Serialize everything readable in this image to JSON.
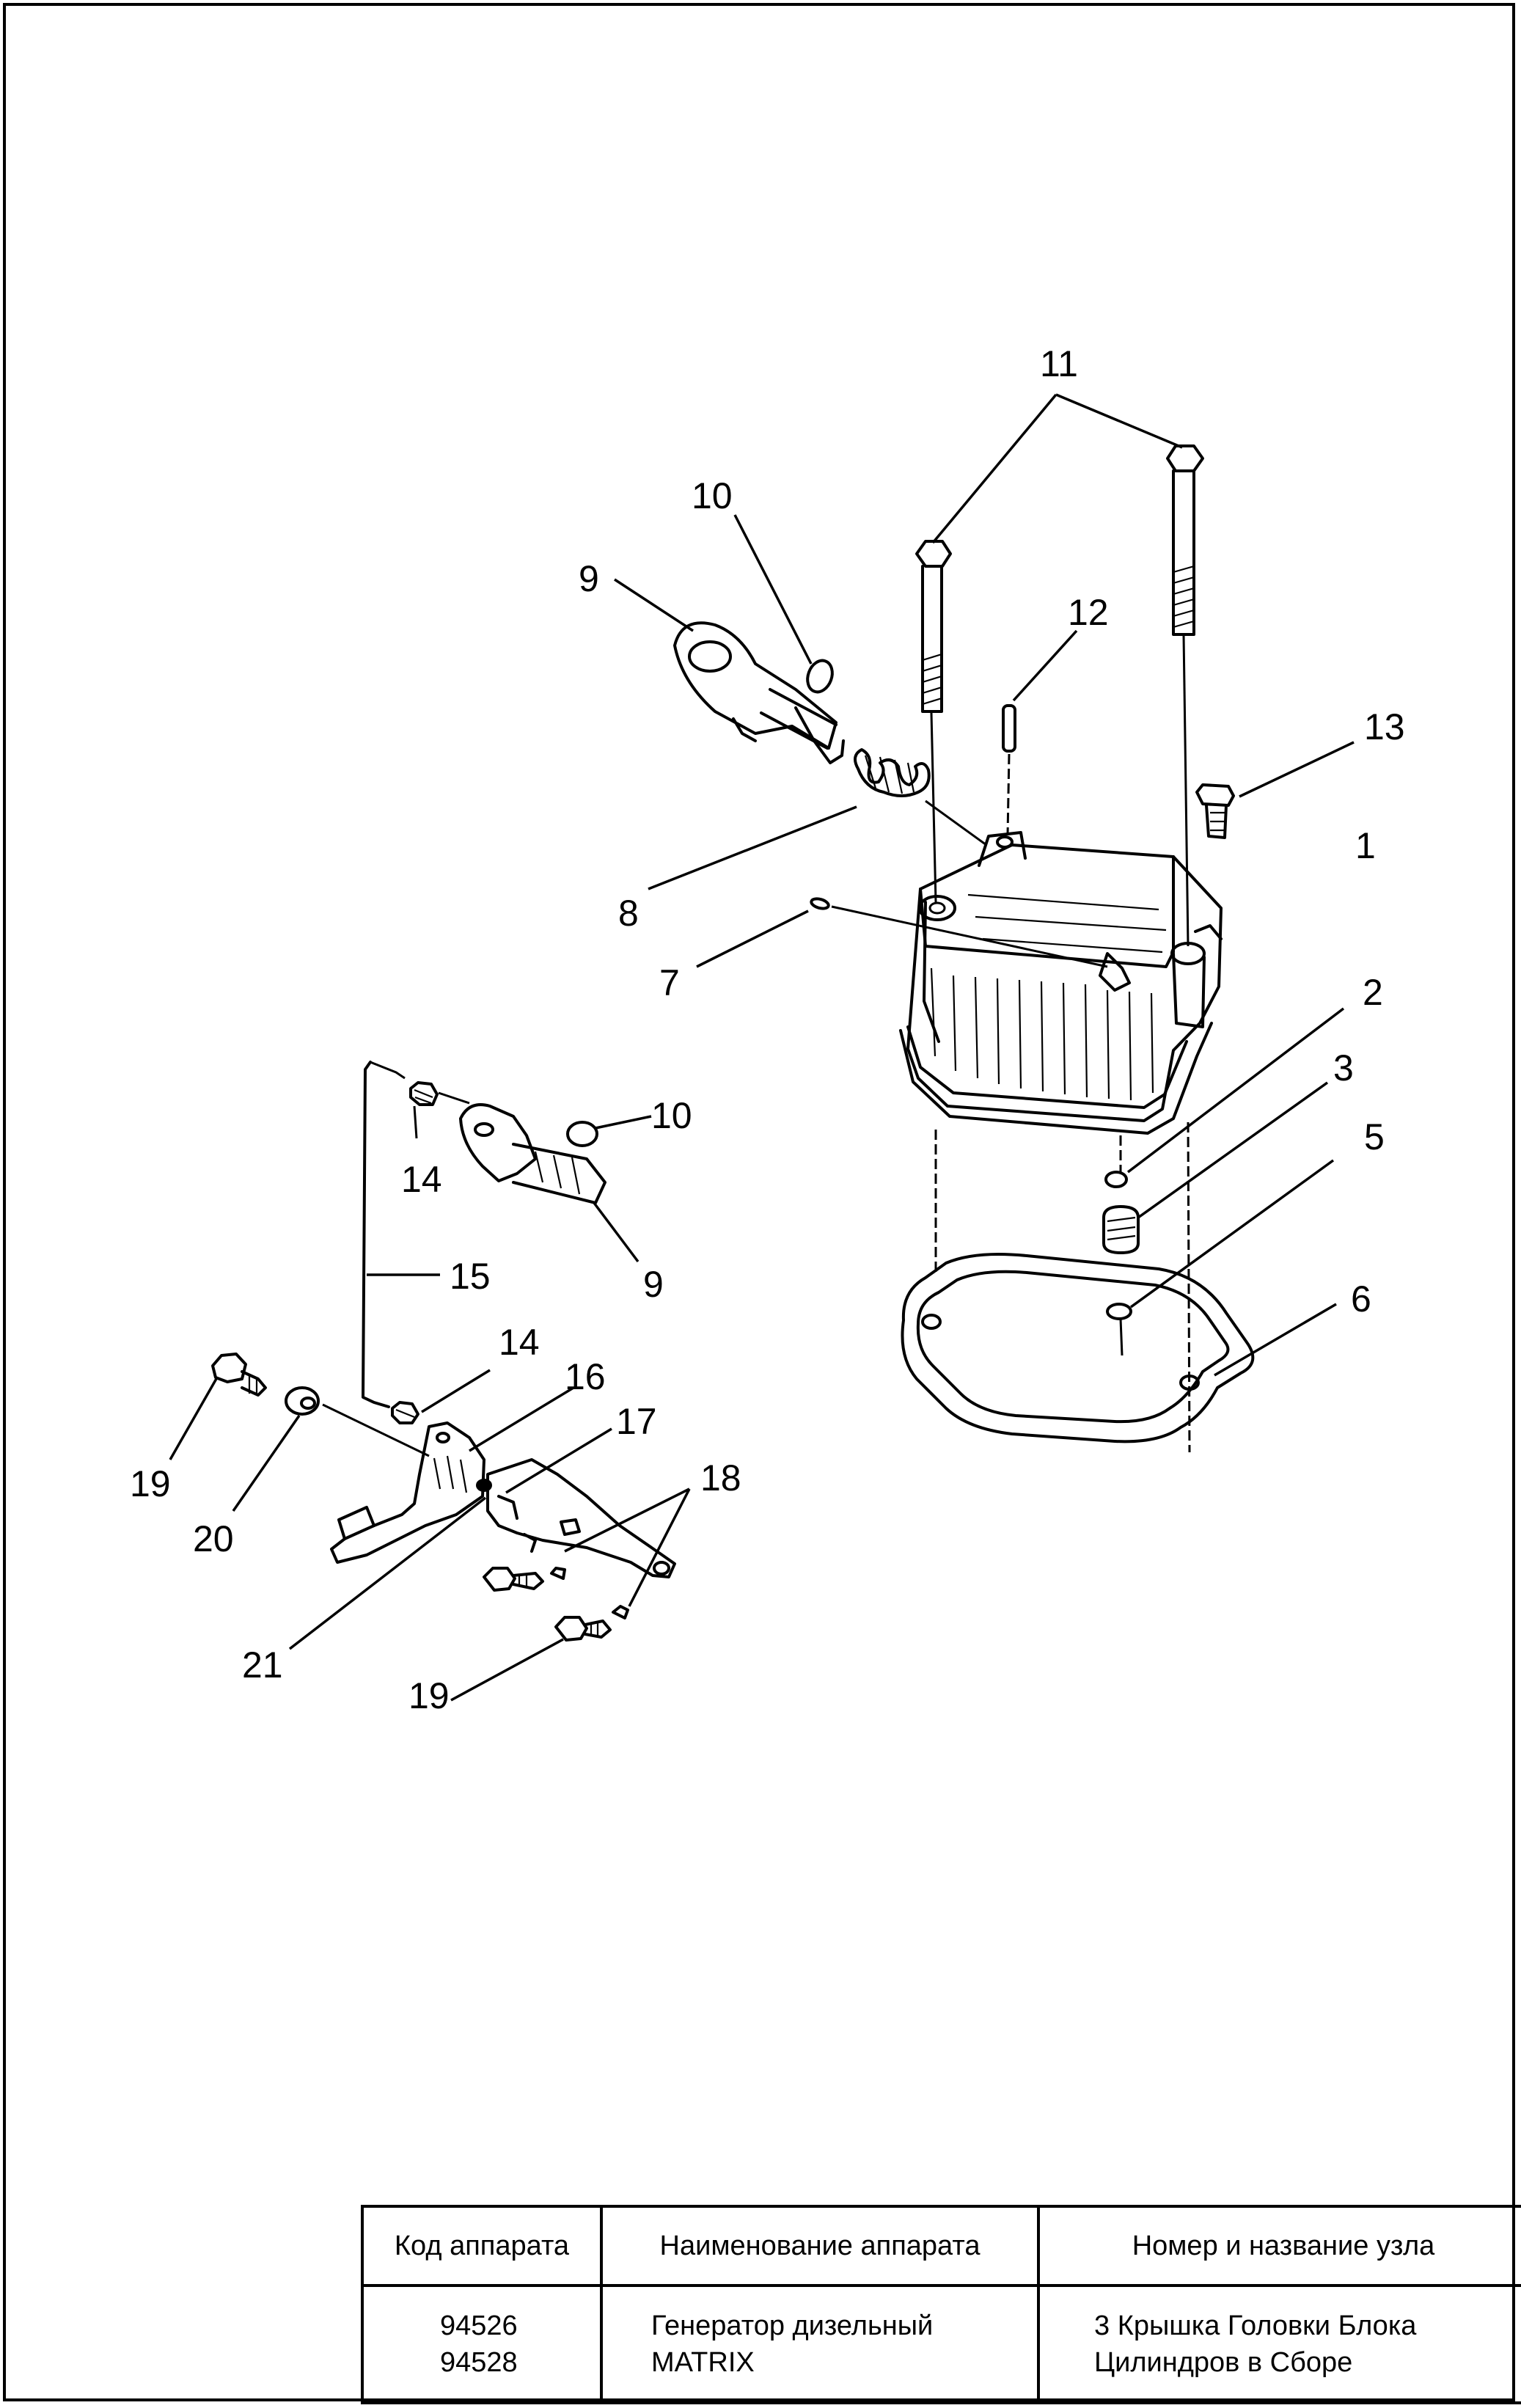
{
  "callouts": {
    "c1": "1",
    "c2": "2",
    "c3": "3",
    "c5": "5",
    "c6": "6",
    "c7": "7",
    "c8": "8",
    "c9a": "9",
    "c9b": "9",
    "c10a": "10",
    "c10b": "10",
    "c11": "11",
    "c12": "12",
    "c13": "13",
    "c14a": "14",
    "c14b": "14",
    "c15": "15",
    "c16": "16",
    "c17": "17",
    "c18": "18",
    "c19a": "19",
    "c19b": "19",
    "c20": "20",
    "c21": "21"
  },
  "table": {
    "headers": {
      "code": "Код аппарата",
      "name": "Наименование аппарата",
      "node": "Номер и название узла"
    },
    "row": {
      "code_1": "94526",
      "code_2": "94528",
      "name_1": "Генератор дизельный",
      "name_2": "MATRIX",
      "node_1": "3 Крышка Головки Блока",
      "node_2": "Цилиндров в Сборе"
    }
  }
}
